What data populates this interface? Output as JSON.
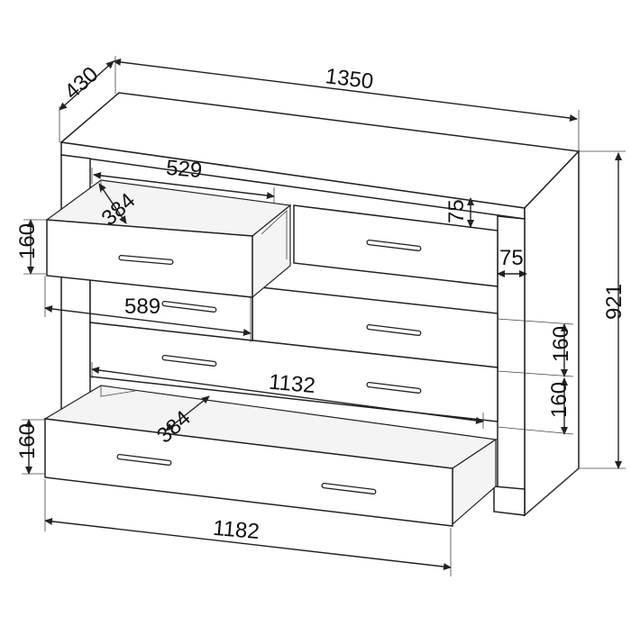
{
  "drawing": {
    "dimensions": {
      "width": "1350",
      "depth": "430",
      "height": "921",
      "top_drawer_width": "529",
      "top_drawer_depth": "384",
      "small_drawer_height": "75",
      "small_drawer_depth": "75",
      "left_drawer_height": "160",
      "left_drawer_width": "589",
      "right_drawer_height_a": "160",
      "right_drawer_height_b": "160",
      "mid_drawer_width": "1132",
      "bottom_drawer_depth": "384",
      "bottom_drawer_height": "160",
      "bottom_drawer_width": "1182"
    }
  }
}
